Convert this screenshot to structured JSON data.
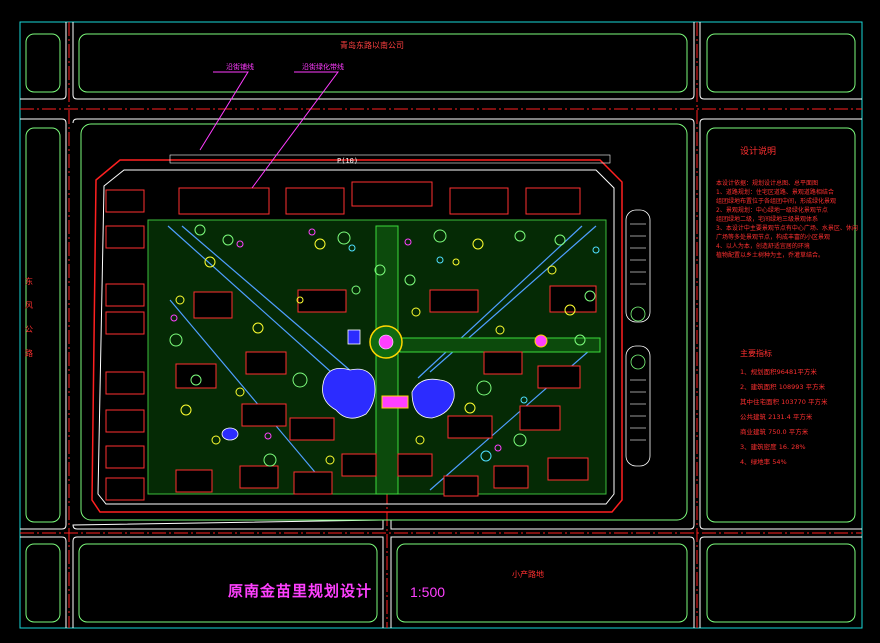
{
  "drawing": {
    "title": "原南金苗里规划设计",
    "scale": "1:500",
    "top_road_label": "青岛东路以南公司",
    "left_road_label": "东风公路",
    "bottom_right_label": "小产路地",
    "site_code": "P(10)",
    "callout_1": "沿街铺线",
    "callout_2": "沿街绿化带线",
    "colors": {
      "background": "#000000",
      "road_line": "#ffffff",
      "road_green": "#7cfc7c",
      "boundary": "#ff2020",
      "building": "#ff3030",
      "water": "#2c2cff",
      "callout": "#ff3cff"
    }
  },
  "design_notes": {
    "heading": "设计说明",
    "lines": [
      "本设计依据：规划设计总图、总平面图",
      "1、道路规划：住宅区道路、景观道路相结合",
      "   组团绿地布置位于各组团中间，形成绿化景观",
      "2、景观规划：中心绿地一级绿化景观节点",
      "   组团绿地二级，宅间绿地三级景观体系",
      "3、本设计中主要景观节点有中心广场、水景区、休闲",
      "   广场等多处景观节点，构成丰富的小区景观",
      "4、以人为本，创造舒适宜居的环境",
      "   植物配置以乡土树种为主，乔灌草结合。"
    ]
  },
  "indicators": {
    "heading": "主要指标",
    "items": [
      "1、规划面积96481平方米",
      "2、建筑面积 108993 平方米",
      "   其中住宅面积 103770 平方米",
      "   公共建筑 2131.4 平方米",
      "   商业建筑 750.0 平方米",
      "3、建筑密度 16. 28%",
      "4、绿地率 54%"
    ]
  }
}
